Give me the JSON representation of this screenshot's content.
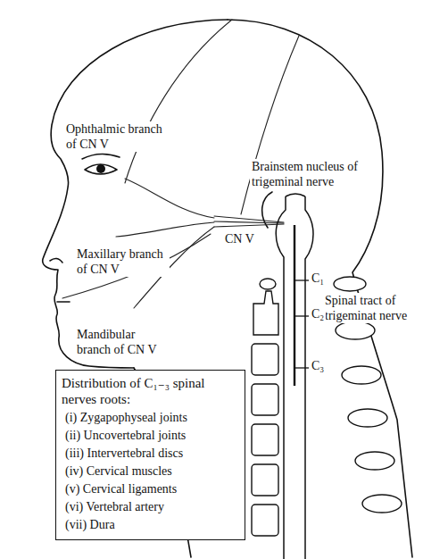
{
  "diagram": {
    "nodes": [
      {
        "text": [
          "Distribution of C₁₋₃ spinal nerves roots:",
          "(i) Zygapophyseal joints",
          "(ii) Uncovertebral joints",
          "(iii) Intervertebral discs",
          "(iv) Cervical muscles",
          "(v) Cervical ligaments",
          "(vi) Vertebral artery",
          "(vii) Dura"
        ]
      }
    ],
    "labels": [
      "Ophthalmic branch of CN V",
      "Brainstem nucleus of trigeminal nerve",
      "CN V",
      "Maxillary branch of CN V",
      "C₁",
      "Spinal tract of trigeminat nerve",
      "C₂",
      "C₃",
      "Mandibular branch of CN V"
    ]
  }
}
